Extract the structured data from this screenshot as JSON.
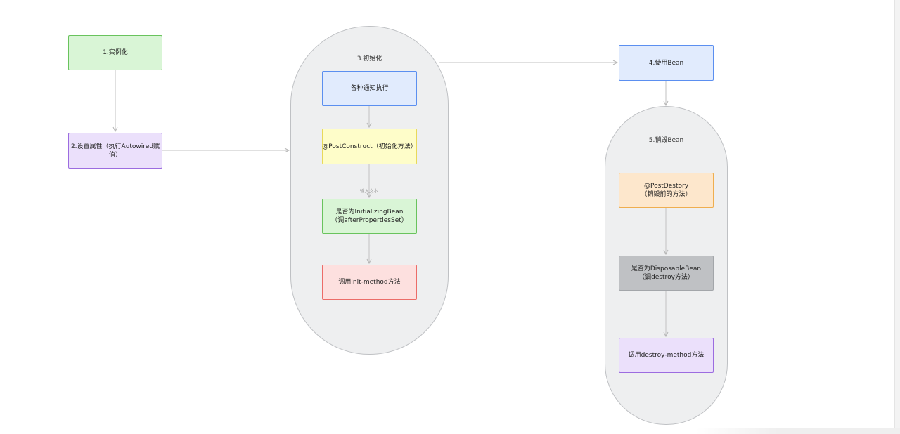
{
  "colors": {
    "edge": "#c2c2c2",
    "container_fill": "#eeeff0",
    "container_stroke": "#bfc1c4"
  },
  "nodes": {
    "instantiate": {
      "label": "1.实例化",
      "fill": "#d9f5d6",
      "stroke": "#69c35d"
    },
    "set_properties": {
      "line1": "2.设置属性（执行Autowired赋",
      "line2": "值）",
      "fill": "#ebe0fb",
      "stroke": "#9c6ce0"
    },
    "init_container": {
      "label": "3.初始化"
    },
    "notify": {
      "label": "各种通知执行",
      "fill": "#e1ebfd",
      "stroke": "#5b8ff0"
    },
    "post_construct": {
      "label": "@PostConstruct（初始化方法）",
      "fill": "#fefdc9",
      "stroke": "#e8d95a"
    },
    "initializing_bean": {
      "line1": "是否为InitializingBean",
      "line2": "（调afterPropertiesSet）",
      "fill": "#d9f5d6",
      "stroke": "#69c35d"
    },
    "init_method": {
      "label": "调用init-method方法",
      "fill": "#fde0df",
      "stroke": "#ec6c68"
    },
    "use_bean": {
      "label": "4.使用Bean",
      "fill": "#e1ebfd",
      "stroke": "#5b8ff0"
    },
    "destroy_container": {
      "label": "5.销毁Bean"
    },
    "post_destroy": {
      "line1": "@PostDestory",
      "line2": "（销毁前的方法）",
      "fill": "#fde7cc",
      "stroke": "#efae4f"
    },
    "disposable_bean": {
      "line1": "是否为DisposableBean",
      "line2": "（调destroy方法）",
      "fill": "#bfc1c4",
      "stroke": "#a3a6aa"
    },
    "destroy_method": {
      "label": "调用destroy-method方法",
      "fill": "#ebe0fb",
      "stroke": "#9c6ce0"
    }
  },
  "edge_labels": {
    "placeholder": "输入文本"
  }
}
